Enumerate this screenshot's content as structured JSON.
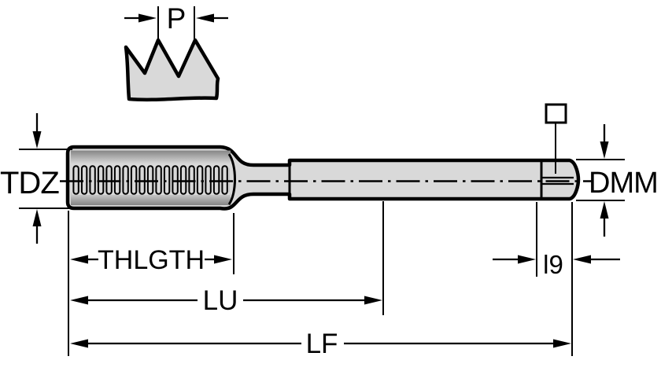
{
  "diagram": {
    "title": "tap-dimension-drawing",
    "labels": {
      "pitch": "P",
      "thread_diameter": "TDZ",
      "shank_diameter": "DMM",
      "thread_length": "THLGTH",
      "usable_length": "LU",
      "overall_length": "LF",
      "square_length": "l9"
    },
    "symbols": {
      "square_drive": "square-symbol"
    },
    "colors": {
      "outline": "#000000",
      "body_fill": "#d9d9d9",
      "shading_dark": "#8c8c8c",
      "background": "#ffffff"
    }
  }
}
